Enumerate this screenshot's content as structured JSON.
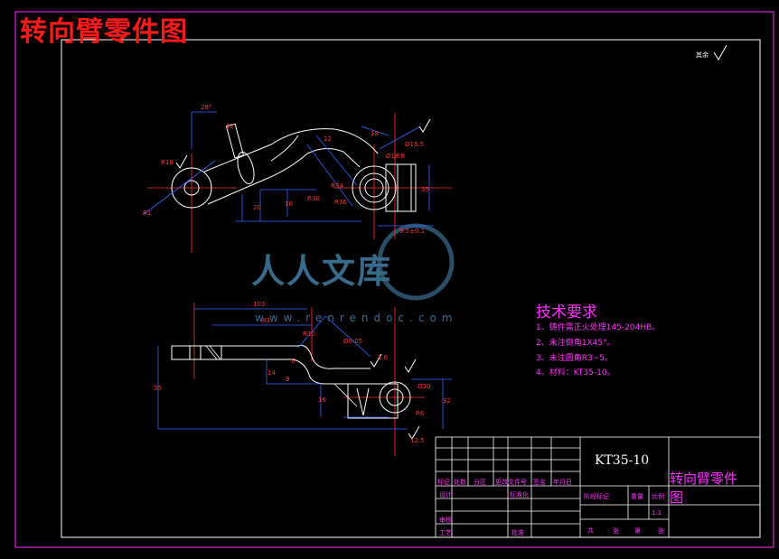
{
  "drawing_title": "转向臂零件图",
  "roughness_corner": "其余",
  "tech_requirements": {
    "heading": "技术要求",
    "items": [
      "1、铸件需正火处理145-204HB。",
      "2、未注倒角1X45°。",
      "3、未注圆角R3~5。",
      "4、材料：KT35-10。"
    ]
  },
  "title_block": {
    "code": "KT35-10",
    "part_name_line1": "转向臂零件",
    "part_name_line2": "图",
    "header_cells": [
      "标记",
      "处数",
      "分区",
      "更改文件号",
      "签名",
      "年月日"
    ],
    "left_labels": [
      "设计",
      "审核",
      "工艺"
    ],
    "mid_labels": [
      "标准化",
      "批准"
    ],
    "stage_labels": [
      "阶段标记",
      "重量",
      "比例"
    ],
    "scale": "1:1",
    "sheet_labels": [
      "共",
      "张",
      "第",
      "张"
    ]
  },
  "watermark": {
    "text": "人人文库",
    "url": "www.renrendoc.com"
  },
  "dimensions_top": [
    "28°",
    "R18",
    "12",
    "20",
    "16",
    "R30",
    "R34",
    "R36",
    "18",
    "12",
    "Ø18.8",
    "9.5±0.1",
    "Ø16.5",
    "35",
    "R1"
  ],
  "dimensions_bottom": [
    "103",
    "83",
    "R10",
    "Ø0.05",
    "6",
    "14",
    "9",
    "16",
    "Ø30",
    "32",
    "R6",
    "12.5",
    "35",
    "1.6"
  ]
}
